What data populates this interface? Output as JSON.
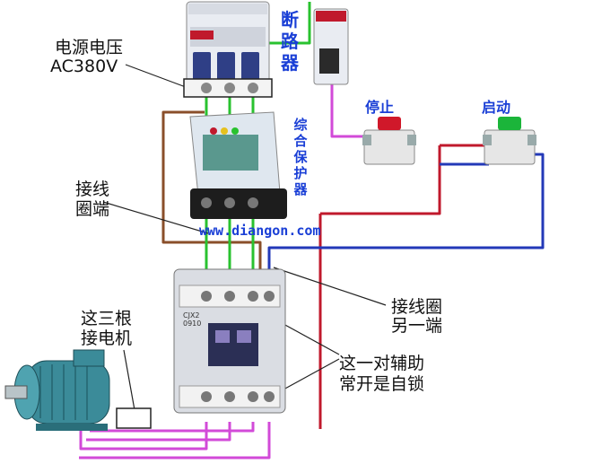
{
  "labels": {
    "supply_voltage_line1": "电源电压",
    "supply_voltage_line2": "AC380V",
    "breaker": "断路器",
    "protector": "综合保护器",
    "stop": "停止",
    "start": "启动",
    "coil_terminal": "接线圈端",
    "coil_other_line1": "接线圈",
    "coil_other_line2": "另一端",
    "motor_note_line1": "这三根",
    "motor_note_line2": "接电机",
    "aux_note_line1": "这一对辅助",
    "aux_note_line2": "常开是自锁",
    "website": "www.diangon.com",
    "contactor_model": "CJX2",
    "contactor_sub": "0910"
  },
  "colors": {
    "phase_wire": "#d24ad8",
    "green_wire": "#29c22f",
    "blue_wire": "#2339b8",
    "brown_wire": "#8a4f2a",
    "red_wire": "#c0192c",
    "stop_button": "#d0182a",
    "start_button": "#1bb53a",
    "label_blue": "#1a3fd6"
  },
  "icons": [
    "breaker-device",
    "single-pole-breaker",
    "protector-device",
    "stop-button",
    "start-button",
    "contactor-device",
    "motor",
    "terminal-box"
  ]
}
